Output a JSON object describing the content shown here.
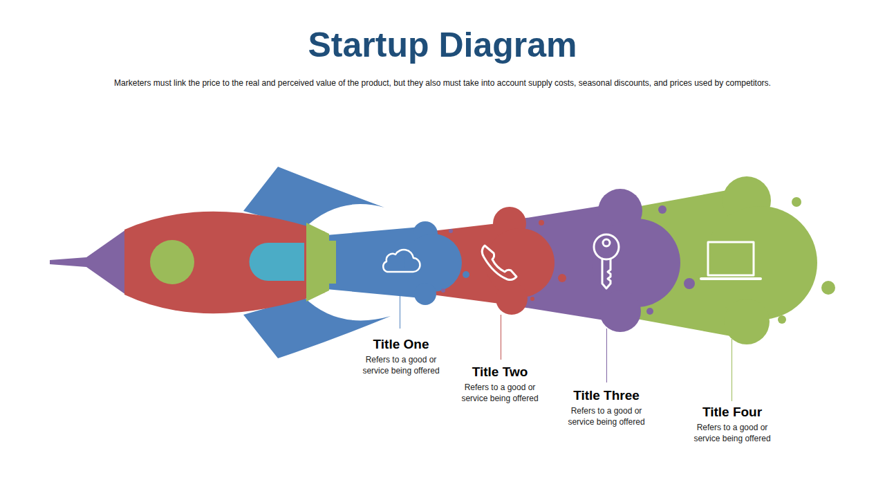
{
  "diagram": {
    "title": "Startup Diagram",
    "caption": "Marketers must link the price to the real and perceived value of the product, but they also must take into account supply costs, seasonal discounts, and prices used by competitors.",
    "nodes": [
      {
        "text": [
          "Title One",
          "Refers to a good or service being offered"
        ]
      },
      {
        "text": [
          "Title Two",
          "Refers to a good or service being offered"
        ]
      },
      {
        "text": [
          "Title Three",
          "Refers to a good or service being offered"
        ]
      },
      {
        "text": [
          "Title Four",
          "Refers to a good or service being offered"
        ]
      }
    ]
  }
}
